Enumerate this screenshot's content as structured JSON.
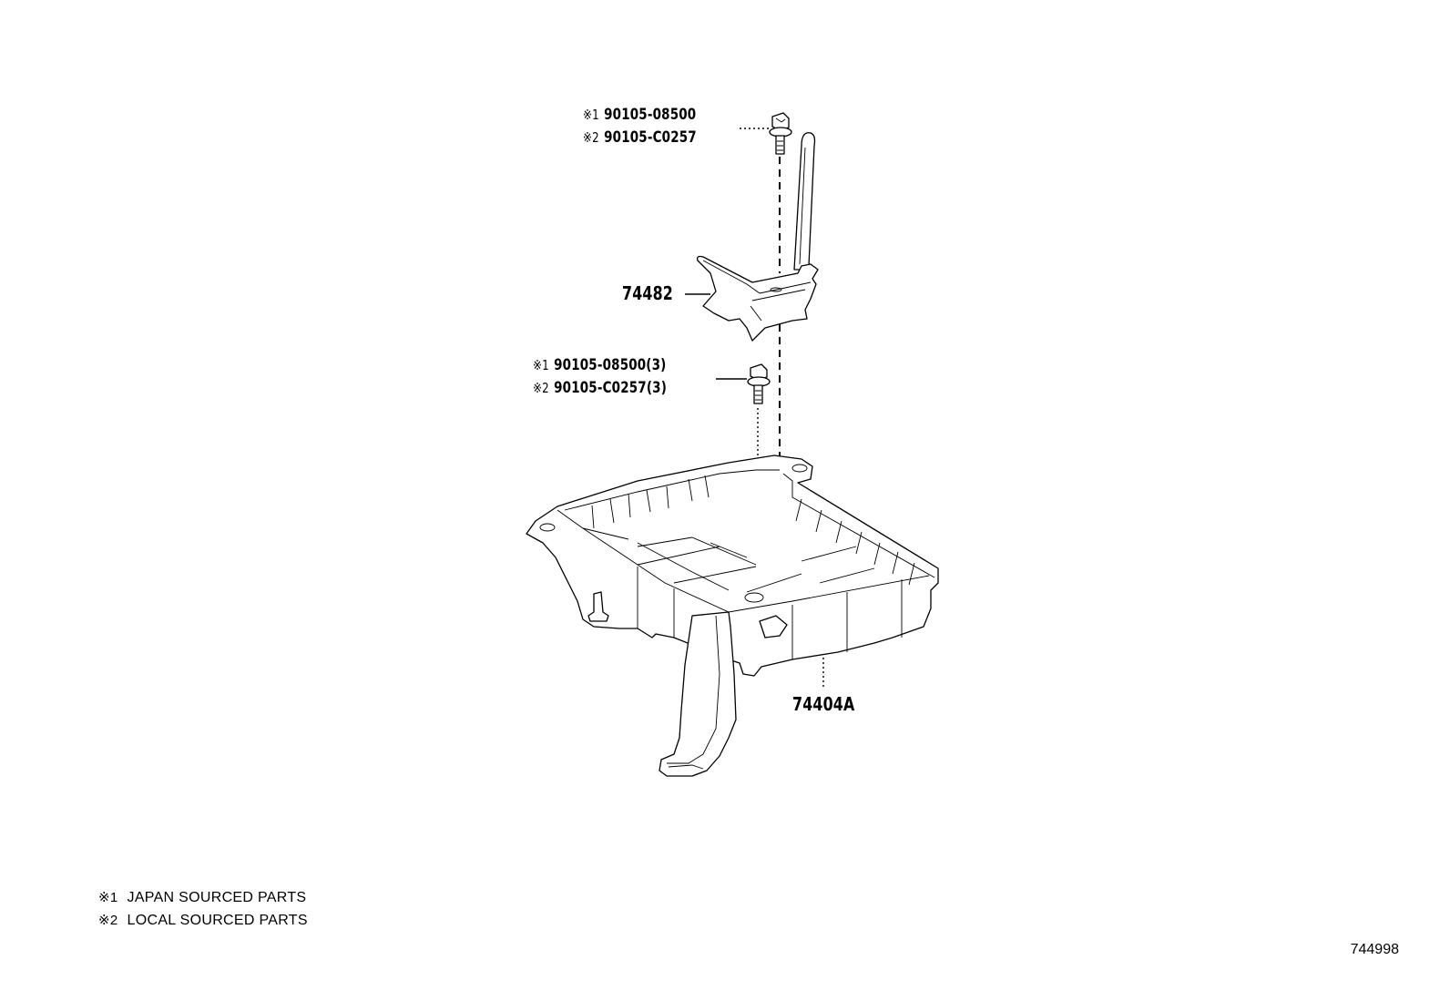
{
  "diagram": {
    "figure_id": "744998",
    "callouts": [
      {
        "id": "bolt-upper",
        "lines": [
          {
            "mark": "※1",
            "part_number": "90105-08500"
          },
          {
            "mark": "※2",
            "part_number": "90105-C0257"
          }
        ]
      },
      {
        "id": "clamp",
        "part_number": "74482"
      },
      {
        "id": "bolt-lower",
        "lines": [
          {
            "mark": "※1",
            "part_number": "90105-08500(3)"
          },
          {
            "mark": "※2",
            "part_number": "90105-C0257(3)"
          }
        ]
      },
      {
        "id": "battery-tray",
        "part_number": "74404A"
      }
    ],
    "legend": [
      {
        "mark": "※1",
        "text": "JAPAN SOURCED PARTS"
      },
      {
        "mark": "※2",
        "text": "LOCAL SOURCED PARTS"
      }
    ]
  }
}
